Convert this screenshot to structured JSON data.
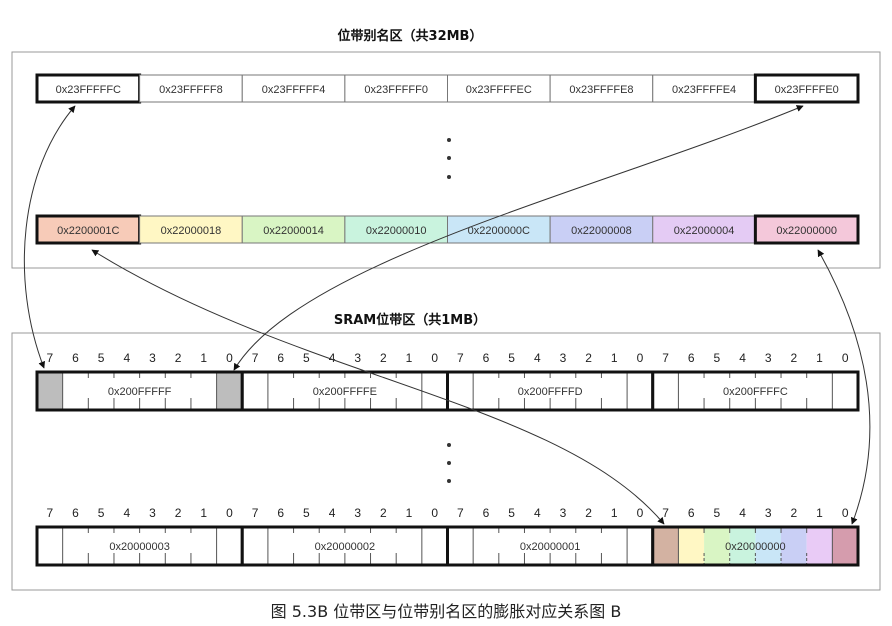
{
  "alias_region": {
    "title": "位带别名区（共32MB）",
    "top_row": [
      "0x23FFFFFC",
      "0x23FFFFF8",
      "0x23FFFFF4",
      "0x23FFFFF0",
      "0x23FFFFEC",
      "0x23FFFFE8",
      "0x23FFFFE4",
      "0x23FFFFE0"
    ],
    "bottom_row": [
      "0x2200001C",
      "0x22000018",
      "0x22000014",
      "0x22000010",
      "0x2200000C",
      "0x22000008",
      "0x22000004",
      "0x22000000"
    ],
    "bottom_colors": [
      "#f7cbb8",
      "#fff7c4",
      "#d9f5c4",
      "#c9f3de",
      "#c9e6f7",
      "#c9cff5",
      "#e4cbf4",
      "#f4c8da"
    ]
  },
  "sram_region": {
    "title": "SRAM位带区（共1MB）",
    "bit_labels": [
      "7",
      "6",
      "5",
      "4",
      "3",
      "2",
      "1",
      "0"
    ],
    "top_bytes": [
      "0x200FFFFF",
      "0x200FFFFE",
      "0x200FFFFD",
      "0x200FFFFC"
    ],
    "bottom_bytes": [
      "0x20000003",
      "0x20000002",
      "0x20000001",
      "0x20000000"
    ],
    "highlight_gray": "#bdbdbd",
    "last_byte_bit_colors": [
      "#d3b2a2",
      "#fff7c4",
      "#d9f5c4",
      "#c9f3de",
      "#c9e6f7",
      "#c9cff5",
      "#e9cbf6",
      "#d59cad"
    ]
  },
  "caption": "图 5.3B   位带区与位带别名区的膨胀对应关系图 B"
}
